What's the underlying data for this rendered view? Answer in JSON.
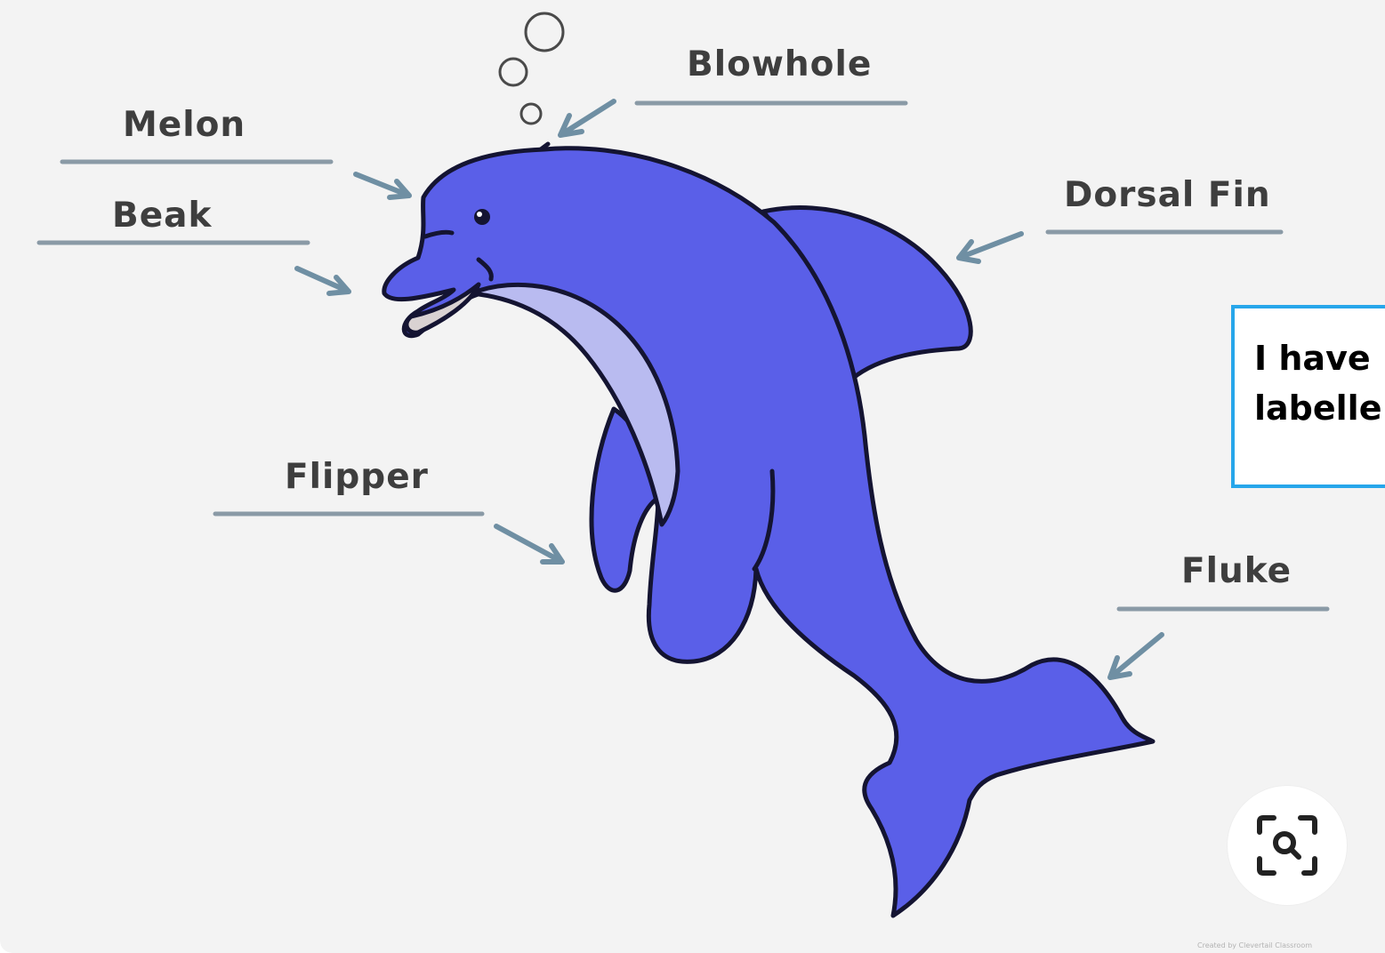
{
  "diagram": {
    "labels": {
      "blowhole": "Blowhole",
      "melon": "Melon",
      "beak": "Beak",
      "dorsal_fin": "Dorsal Fin",
      "flipper": "Flipper",
      "fluke": "Fluke"
    },
    "note": "I have\nlabelle",
    "credit": "Created by Clevertail Classroom"
  },
  "colors": {
    "body": "#5a5fe8",
    "belly": "#b9bbf0",
    "outline": "#141432",
    "arrow": "#6f8fa3",
    "label_line": "#8a9aa6",
    "note_border": "#27a6ea"
  },
  "icons": {
    "lens": "visual-search-icon"
  }
}
